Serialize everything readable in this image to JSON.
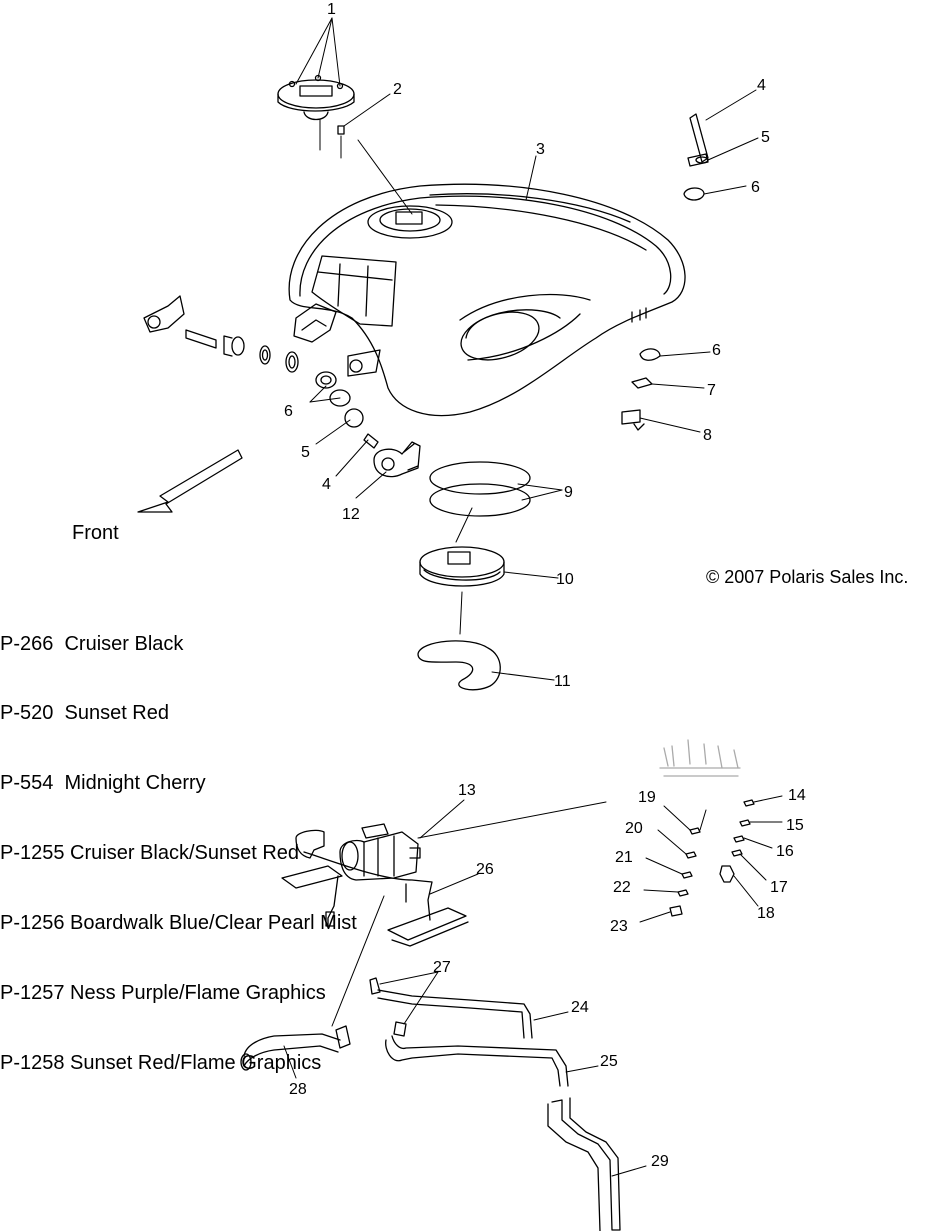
{
  "front_label": "Front",
  "copyright": "© 2007 Polaris Sales Inc.",
  "paint_codes": [
    "P-266  Cruiser Black",
    "P-520  Sunset Red",
    "P-554  Midnight Cherry",
    "P-1255 Cruiser Black/Sunset Red",
    "P-1256 Boardwalk Blue/Clear Pearl Mist",
    "P-1257 Ness Purple/Flame Graphics",
    "P-1258 Sunset Red/Flame Graphics"
  ],
  "callouts": [
    "1",
    "2",
    "3",
    "4",
    "5",
    "6",
    "6",
    "5",
    "4",
    "6",
    "7",
    "8",
    "9",
    "10",
    "11",
    "12",
    "13",
    "14",
    "15",
    "16",
    "17",
    "18",
    "19",
    "20",
    "21",
    "22",
    "23",
    "24",
    "25",
    "26",
    "27",
    "28",
    "29"
  ]
}
